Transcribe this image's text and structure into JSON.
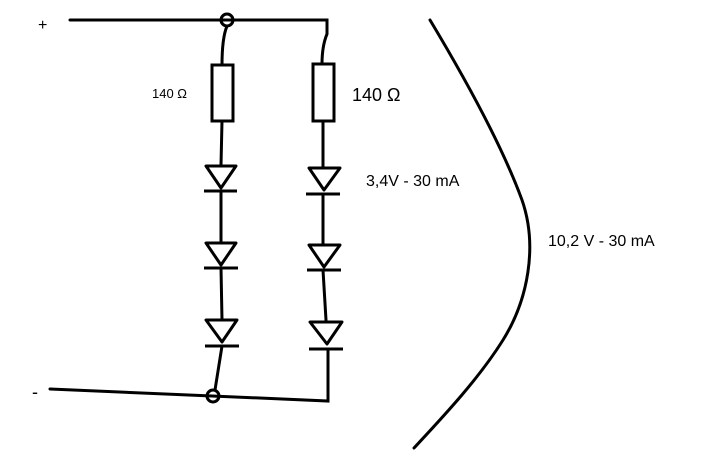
{
  "terminals": {
    "positive": "+",
    "negative": "-"
  },
  "left_branch": {
    "resistor_label": "140 Ω",
    "led_count": 3
  },
  "right_branch": {
    "resistor_label": "140 Ω",
    "led_label": "3,4V - 30 mA",
    "led_count": 3
  },
  "group_label": "10,2 V - 30 mA",
  "colors": {
    "ink": "#000000",
    "background": "#ffffff"
  }
}
